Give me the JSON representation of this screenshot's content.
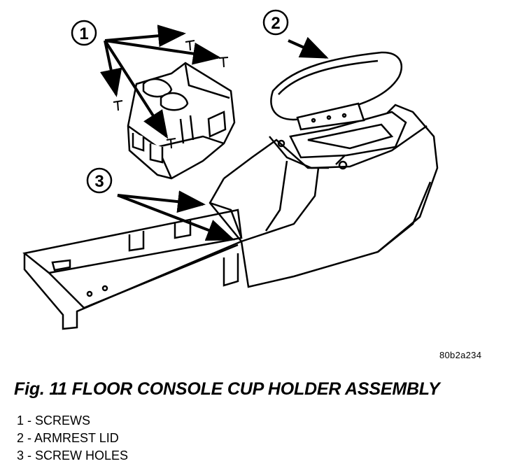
{
  "figure": {
    "callouts": [
      {
        "number": "1"
      },
      {
        "number": "2"
      },
      {
        "number": "3"
      }
    ],
    "reference_code": "80b2a234"
  },
  "caption": "Fig. 11 FLOOR CONSOLE CUP HOLDER ASSEMBLY",
  "legend": [
    "1 - SCREWS",
    "2 - ARMREST LID",
    "3 - SCREW HOLES"
  ]
}
